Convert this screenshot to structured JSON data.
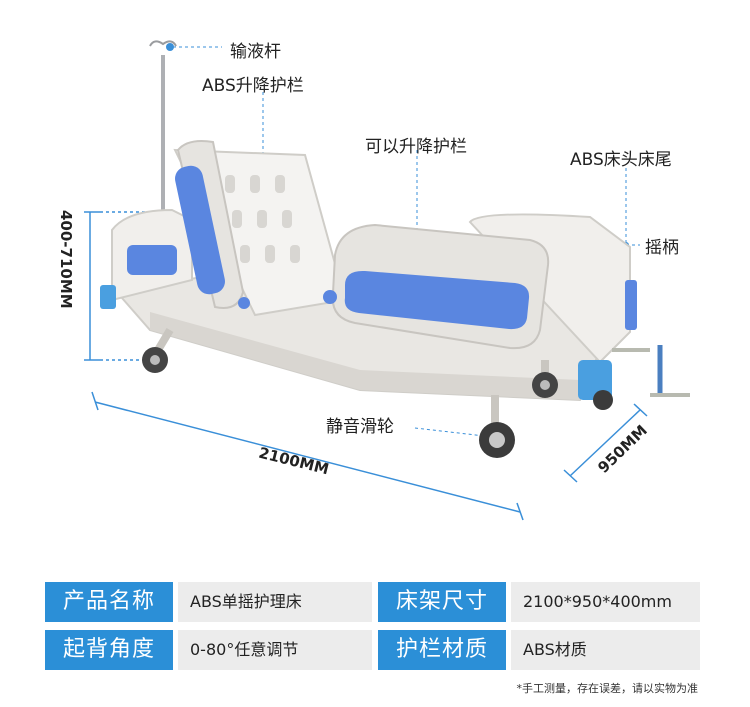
{
  "labels": {
    "iv_pole": "输液杆",
    "abs_rail": "ABS升降护栏",
    "side_rail": "可以升降护栏",
    "head_foot": "ABS床头床尾",
    "crank": "摇柄",
    "casters": "静音滑轮"
  },
  "dimensions": {
    "height": "400-710MM",
    "length": "2100MM",
    "width": "950MM"
  },
  "specs": [
    {
      "key": "产品名称",
      "value": "ABS单摇护理床"
    },
    {
      "key": "床架尺寸",
      "value": "2100*950*400mm"
    },
    {
      "key": "起背角度",
      "value": "0-80°任意调节"
    },
    {
      "key": "护栏材质",
      "value": "ABS材质"
    }
  ],
  "note": "*手工测量，存在误差，请以实物为准",
  "colors": {
    "accent": "#2b8fd7",
    "rail_blue": "#5a86e0",
    "frame": "#e8e6e2"
  }
}
